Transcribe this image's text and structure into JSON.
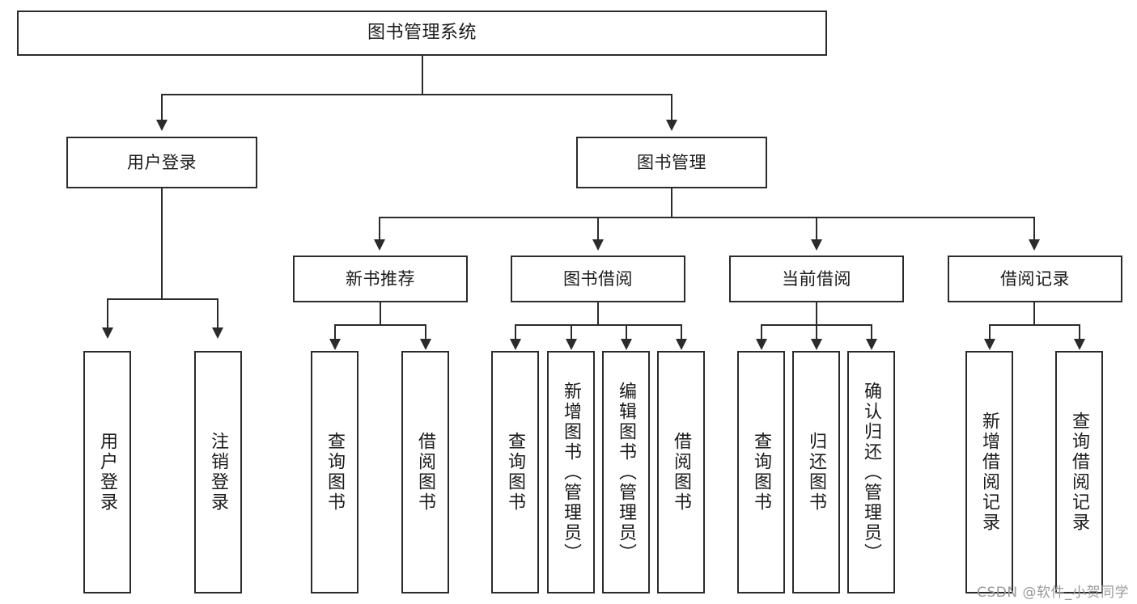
{
  "diagram": {
    "title": "图书管理系统",
    "watermark": "CSDN @软件_小贺同学",
    "type": "tree-hierarchy",
    "levels": 4,
    "colors": {
      "stroke": "#2b2b2b",
      "fill": "#ffffff",
      "text": "#1a1a1a",
      "watermark": "#9a9a9a"
    },
    "root": {
      "label": "图书管理系统"
    },
    "level2": [
      {
        "label": "用户登录"
      },
      {
        "label": "图书管理"
      }
    ],
    "level3": [
      {
        "label": "新书推荐"
      },
      {
        "label": "图书借阅"
      },
      {
        "label": "当前借阅"
      },
      {
        "label": "借阅记录"
      }
    ],
    "leaves": {
      "user_login": [
        {
          "label": "用户登录"
        },
        {
          "label": "注销登录"
        }
      ],
      "new_book": [
        {
          "label": "查询图书"
        },
        {
          "label": "借阅图书"
        }
      ],
      "book_borrow": [
        {
          "label": "查询图书"
        },
        {
          "label": "新增图书（管理员）"
        },
        {
          "label": "编辑图书（管理员）"
        },
        {
          "label": "借阅图书"
        }
      ],
      "current_borrow": [
        {
          "label": "查询图书"
        },
        {
          "label": "归还图书"
        },
        {
          "label": "确认归还（管理员）"
        }
      ],
      "borrow_record": [
        {
          "label": "新增借阅记录"
        },
        {
          "label": "查询借阅记录"
        }
      ]
    }
  }
}
